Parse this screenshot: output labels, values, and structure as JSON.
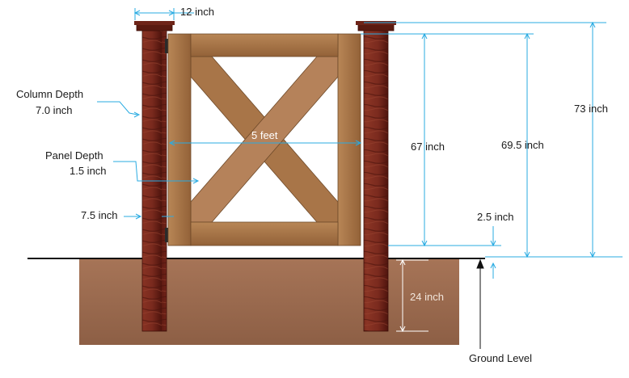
{
  "labels": {
    "post_width": "12 inch",
    "column_depth_line1": "Column Depth",
    "column_depth_line2": "7.0 inch",
    "panel_depth_line1": "Panel Depth",
    "panel_depth_line2": "1.5 inch",
    "rail_offset": "7.5 inch",
    "gate_width": "5 feet",
    "gate_height": "67 inch",
    "panel_top_height": "69.5 inch",
    "post_height": "73 inch",
    "ground_clearance": "2.5 inch",
    "burial_depth": "24 inch",
    "ground_level": "Ground Level"
  },
  "colors": {
    "dimension_line": "#29abe2",
    "post_wood": "#7a2a1e",
    "panel_wood": "#a8784a",
    "soil": "#9a6b4f"
  }
}
